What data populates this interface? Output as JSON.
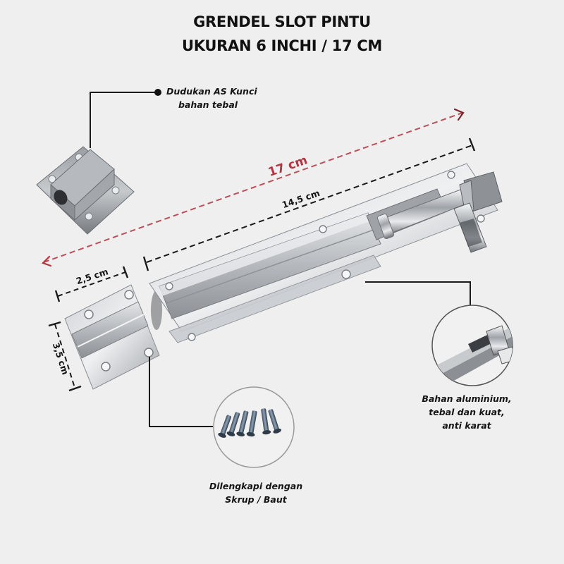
{
  "header": {
    "title_line1": "GRENDEL SLOT PINTU",
    "title_line2": "UKURAN 6 INCHI / 17 CM"
  },
  "dimensions": {
    "total_length": "17 cm",
    "bolt_length": "14,5 cm",
    "strike_width": "2,5 cm",
    "strike_height": "3,5 cm"
  },
  "callouts": {
    "socket": {
      "line1": "Dudukan AS Kunci",
      "line2": "bahan tebal",
      "icon": "socket-keeper-image"
    },
    "screws": {
      "line1": "Dilengkapi dengan",
      "line2": "Skrup / Baut",
      "icon": "screws-image"
    },
    "material": {
      "line1": "Bahan aluminium,",
      "line2": "tebal dan kuat,",
      "line3": "anti karat",
      "icon": "bolt-closeup-image"
    }
  },
  "colors": {
    "background": "#efefef",
    "title_text": "#111111",
    "accent_red": "#b3343f",
    "dash_black": "#1a1a1a",
    "metal_light": "#d8dadc",
    "metal_mid": "#a9adb1",
    "metal_dark": "#6f7378"
  }
}
